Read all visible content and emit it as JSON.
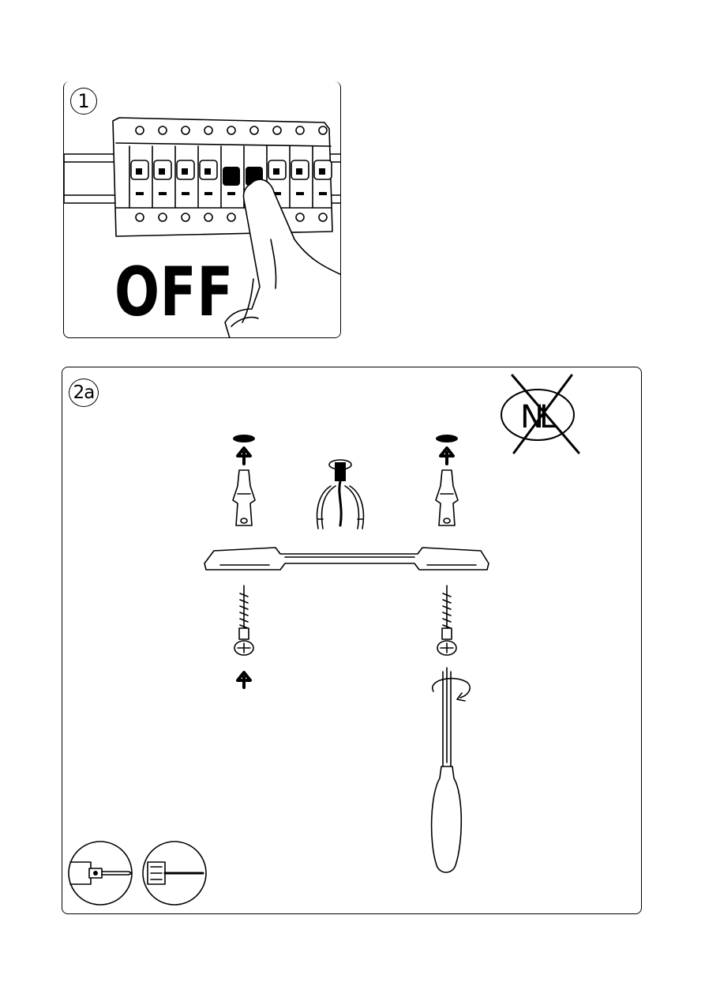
{
  "steps": [
    {
      "number": "1",
      "label": "OFF"
    },
    {
      "number": "2a"
    }
  ],
  "icons": {
    "prohibited": "no-NL-icon",
    "tools": [
      "drill-icon",
      "screwdriver-icon"
    ]
  },
  "colors": {
    "ink": "#000000",
    "paper": "#ffffff"
  }
}
